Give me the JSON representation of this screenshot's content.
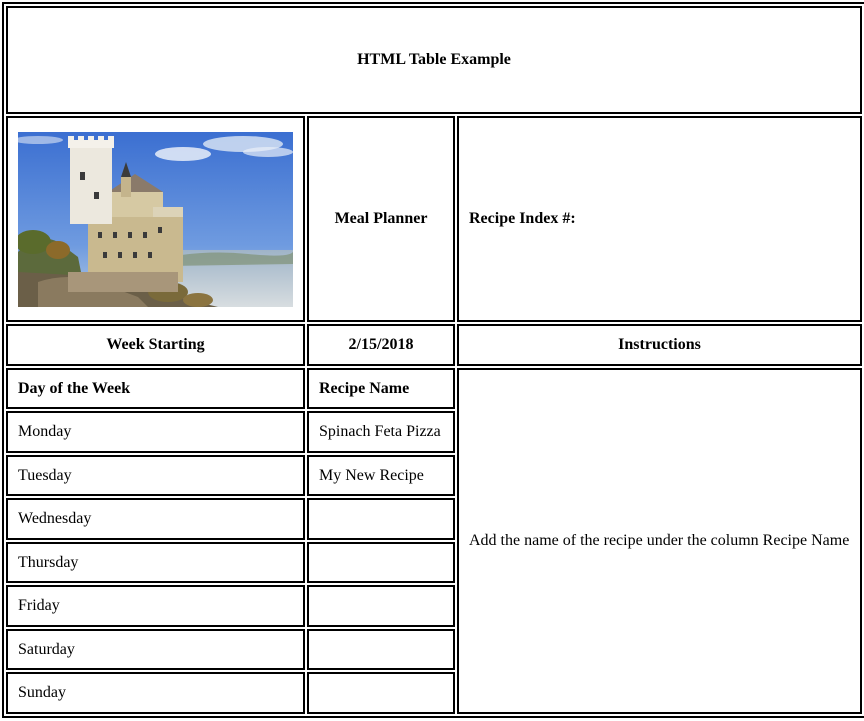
{
  "page": {
    "title": "HTML Table Example"
  },
  "header_row": {
    "image_icon": "castle-photo",
    "meal_planner": "Meal Planner",
    "recipe_index": "Recipe Index #:"
  },
  "week_row": {
    "week_starting_label": "Week Starting",
    "week_date": "2/15/2018",
    "instructions_label": "Instructions"
  },
  "columns": {
    "day": "Day of the Week",
    "recipe": "Recipe Name"
  },
  "days": [
    {
      "day": "Monday",
      "recipe": "Spinach Feta Pizza"
    },
    {
      "day": "Tuesday",
      "recipe": "My New Recipe"
    },
    {
      "day": "Wednesday",
      "recipe": ""
    },
    {
      "day": "Thursday",
      "recipe": ""
    },
    {
      "day": "Friday",
      "recipe": ""
    },
    {
      "day": "Saturday",
      "recipe": ""
    },
    {
      "day": "Sunday",
      "recipe": ""
    }
  ],
  "instructions": "Add the name of the recipe under the column Recipe Name",
  "colors": {
    "border": "#000000",
    "background": "#ffffff",
    "text": "#000000"
  }
}
